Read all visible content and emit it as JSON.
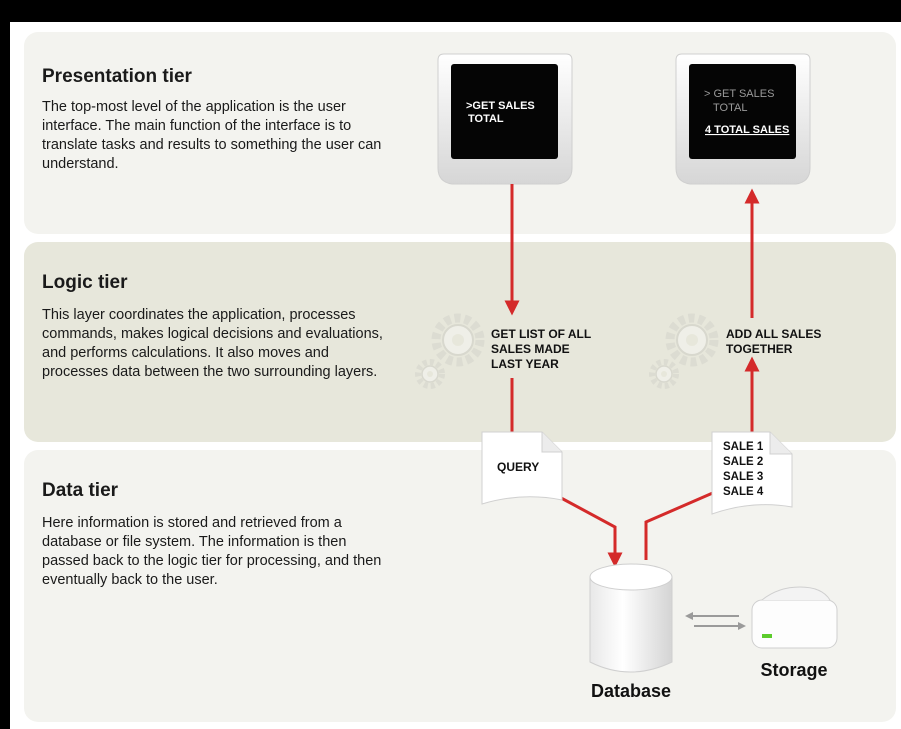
{
  "tiers": {
    "presentation": {
      "title": "Presentation tier",
      "description": "The top-most level of the application is the user interface. The main function of the interface is to translate tasks and results to something the user can understand."
    },
    "logic": {
      "title": "Logic tier",
      "description": "This layer coordinates the application, processes commands, makes logical decisions and evaluations, and performs calculations. It also moves and processes data between the two surrounding layers."
    },
    "data": {
      "title": "Data tier",
      "description": "Here information is stored and retrieved from a database or file system. The information is then passed back to the logic tier for processing, and then eventually back to the user."
    }
  },
  "monitors": {
    "request": {
      "line1": ">GET SALES",
      "line2": "TOTAL"
    },
    "result": {
      "line1": "> GET SALES",
      "line2": "TOTAL",
      "line3": "4 TOTAL SALES"
    }
  },
  "logic_steps": {
    "query_step": {
      "line1": "GET LIST OF ALL",
      "line2": "SALES MADE",
      "line3": "LAST YEAR"
    },
    "aggregate_step": {
      "line1": "ADD ALL SALES",
      "line2": "TOGETHER"
    }
  },
  "documents": {
    "query": "QUERY",
    "sales": [
      "SALE 1",
      "SALE 2",
      "SALE 3",
      "SALE 4"
    ]
  },
  "storage_items": {
    "database": "Database",
    "storage": "Storage"
  },
  "colors": {
    "arrow": "#d42a2a",
    "panel_light": "#f3f3ef",
    "panel_logic": "#e7e7db",
    "screen": "#050505",
    "storage_led": "#5ccc2c"
  }
}
